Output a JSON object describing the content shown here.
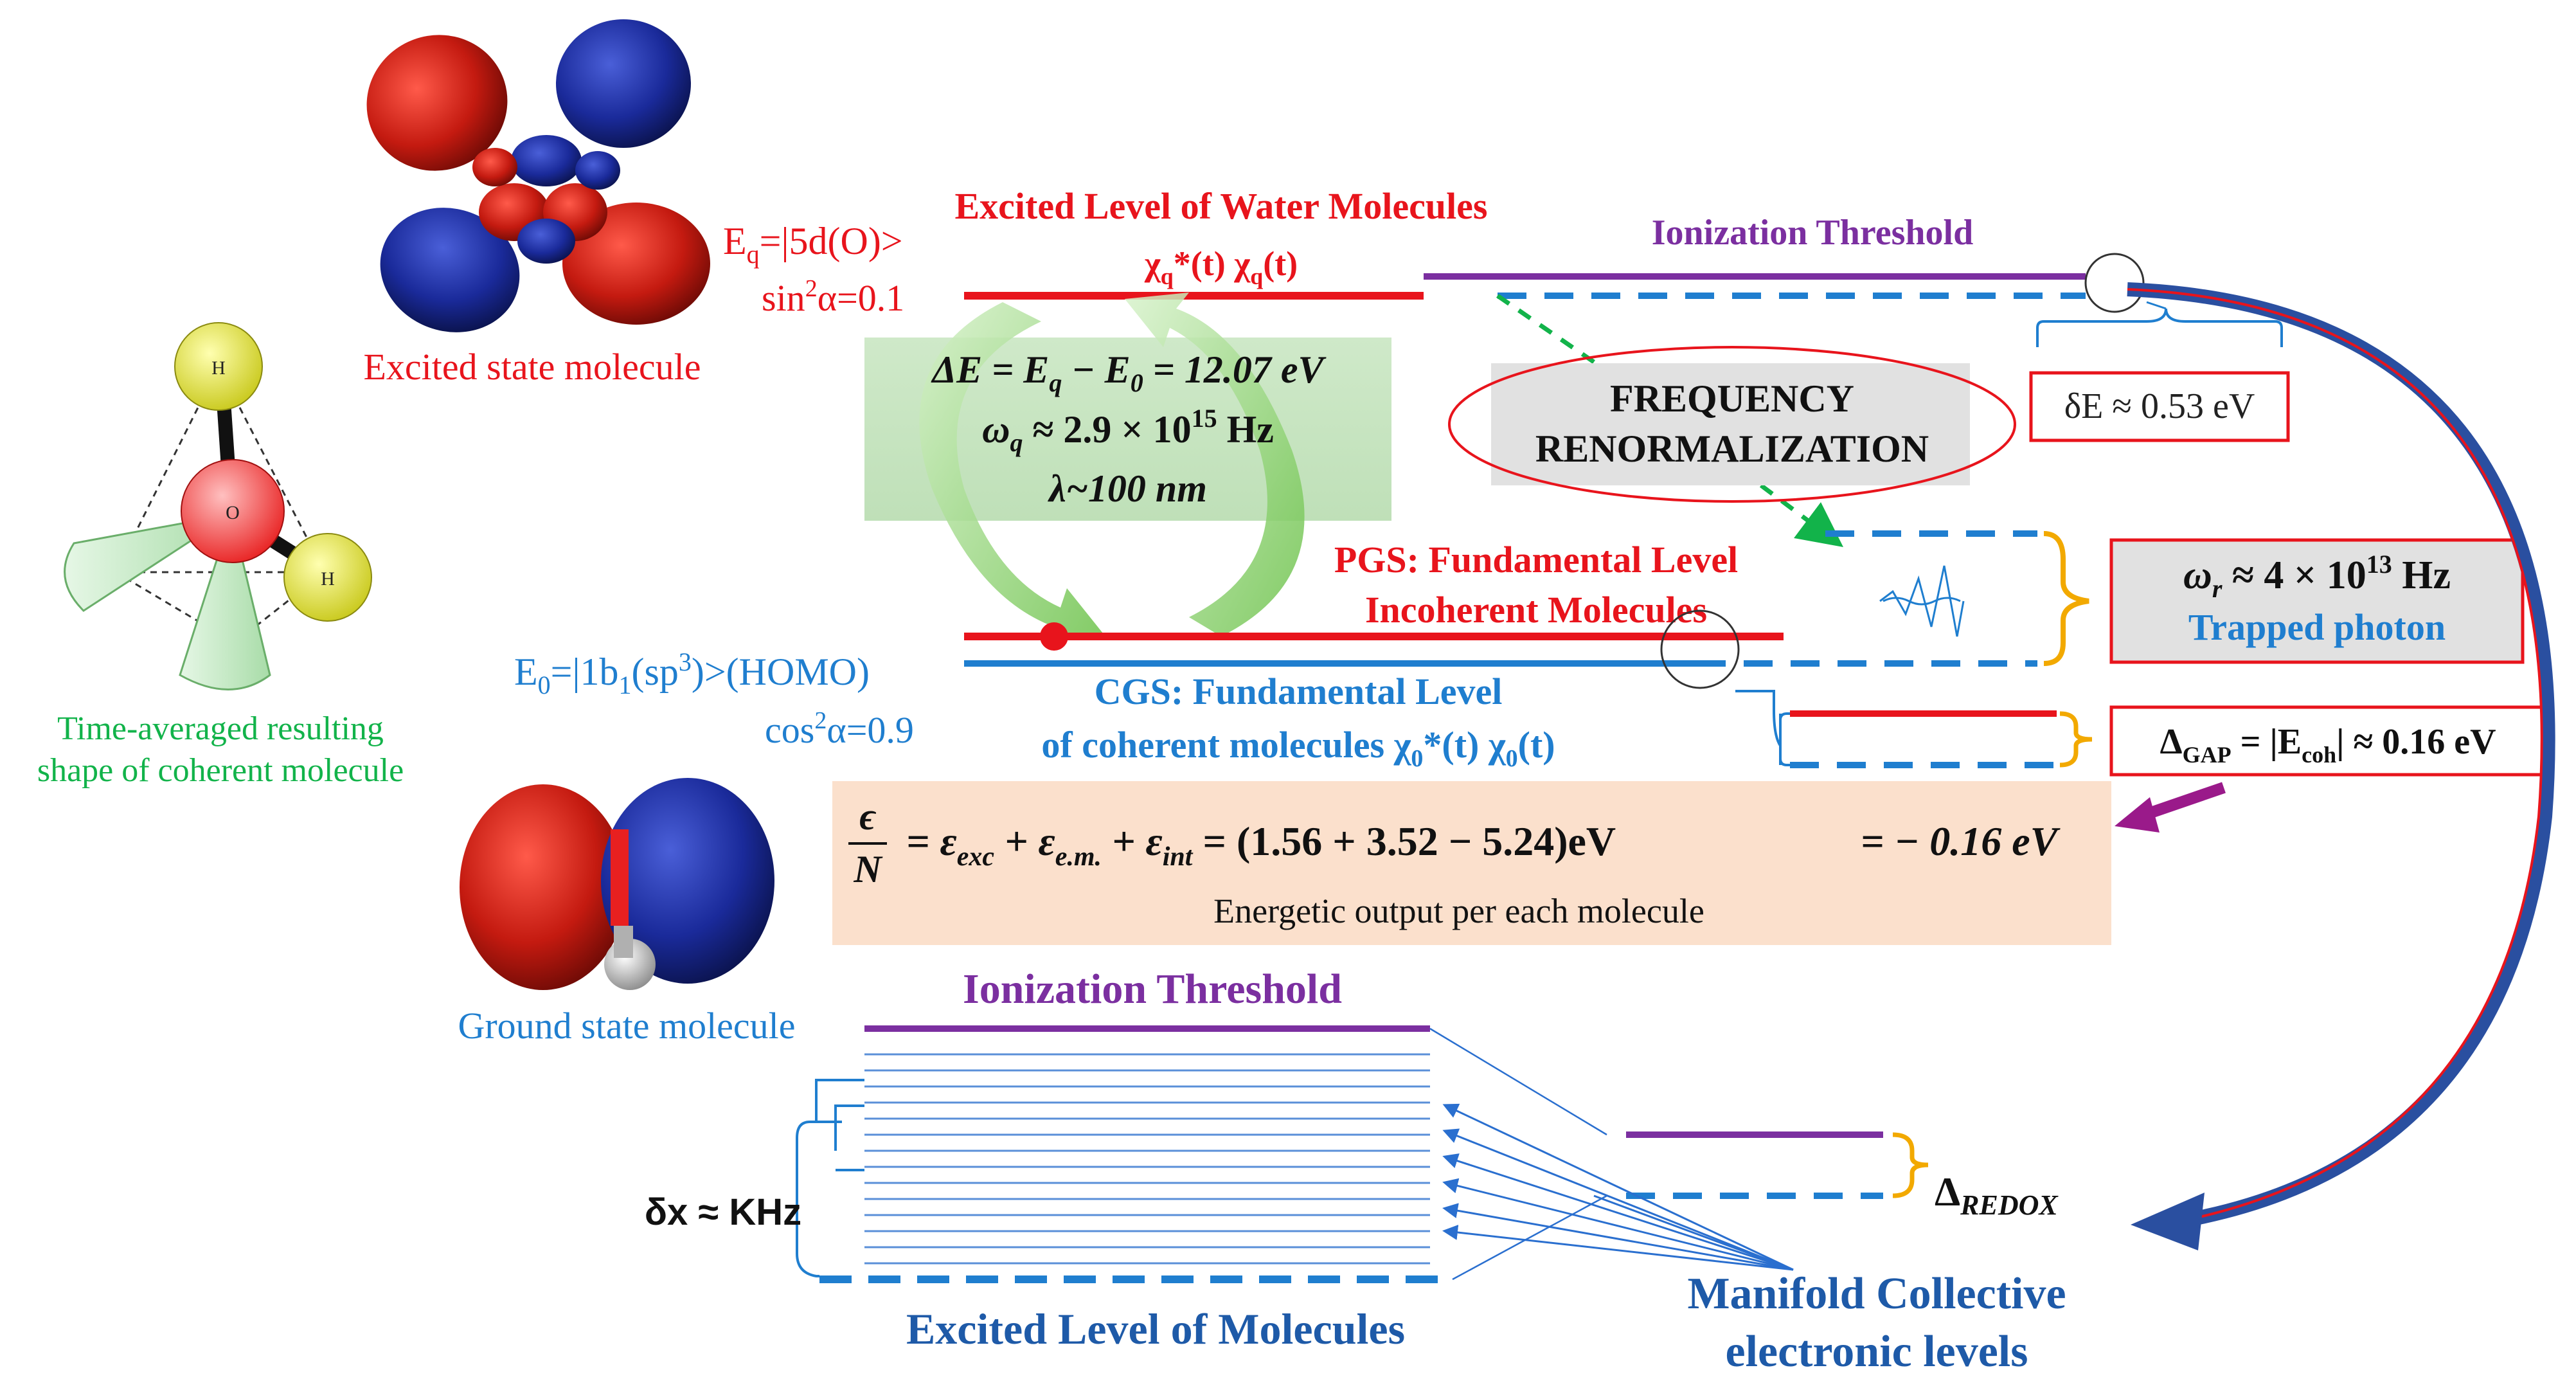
{
  "labels": {
    "excited_molecule": "Excited state molecule",
    "time_averaged_1": "Time-averaged resulting",
    "time_averaged_2": "shape of coherent molecule",
    "ground_molecule": "Ground state molecule",
    "eq_prefix": "E",
    "eq_sub": "q",
    "eq_suffix": "=|5d(O)>",
    "sin_prefix": "sin",
    "sin_sup": "2",
    "sin_suffix": "α=0.1",
    "excited_level_water": "Excited Level of Water Molecules",
    "chi_q": "χ",
    "chi_q_sub": "q",
    "chi_q_mid": "*(t) χ",
    "chi_q_sub2": "q",
    "chi_q_end": "(t)",
    "ionization_top": "Ionization  Threshold",
    "delta_e_line1": "ΔE = E",
    "delta_e_line1_sub": "q",
    "delta_e_line1_mid": " − E",
    "delta_e_line1_sub2": "0",
    "delta_e_line1_val": " = 12.07 eV",
    "omega_q": "ω",
    "omega_q_sub": "q",
    "omega_q_val": " ≈ 2.9 × 10",
    "omega_q_exp": "15",
    "omega_q_unit": " Hz",
    "lambda": "λ~100 nm",
    "freq_renorm_1": "FREQUENCY",
    "freq_renorm_2": "RENORMALIZATION",
    "delta_e_box": "δE ≈ 0.53 eV",
    "pgs_1": "PGS: Fundamental Level",
    "pgs_2": "Incoherent Molecules",
    "omega_r": "ω",
    "omega_r_sub": "r",
    "omega_r_val": " ≈ 4 × 10",
    "omega_r_exp": "13",
    "omega_r_unit": " Hz",
    "trapped_photon": "Trapped photon",
    "e0_prefix": "E",
    "e0_sub": "0",
    "e0_mid": "=|1b",
    "e0_sub2": "1",
    "e0_mid2": "(sp",
    "e0_sup": "3",
    "e0_end": ")>(HOMO)",
    "cos_prefix": "cos",
    "cos_sup": "2",
    "cos_suffix": "α=0.9",
    "cgs_1": "CGS: Fundamental Level",
    "cgs_2": "of coherent molecules χ",
    "cgs_2_sub": "0",
    "cgs_2_mid": "*(t) χ",
    "cgs_2_sub2": "0",
    "cgs_2_end": "(t)",
    "gap_prefix": "Δ",
    "gap_sub": "GAP",
    "gap_mid": " = |E",
    "gap_sub2": "coh",
    "gap_end": "| ≈ 0.16 eV",
    "energy_eq": "= ε",
    "eps_exc": "exc",
    "plus1": " + ε",
    "eps_em": "e.m.",
    "plus2": " + ε",
    "eps_int": "int",
    "energy_vals": " = (1.56 + 3.52 − 5.24)eV",
    "energy_result": "= − 0.16 eV",
    "frac_num": "ϵ",
    "frac_den": "N",
    "energetic_output": "Energetic output per each molecule",
    "ionization_bottom": "Ionization Threshold",
    "delta_x": "δx ≈ KHz",
    "excited_level_molecules": "Excited Level of Molecules",
    "delta_redox": "Δ",
    "delta_redox_sub": "REDOX",
    "manifold_1": "Manifold Collective",
    "manifold_2": "electronic levels",
    "atom_h1": "H",
    "atom_o": "O",
    "atom_h2": "H"
  },
  "colors": {
    "red": "#e8141c",
    "blue": "#1f7ecf",
    "dark_blue": "#1e5aa8",
    "purple": "#7b2fa0",
    "green": "#12b34a",
    "orange": "#f2a900",
    "navy": "#2a4fa0"
  },
  "manifold_line_count": 14
}
